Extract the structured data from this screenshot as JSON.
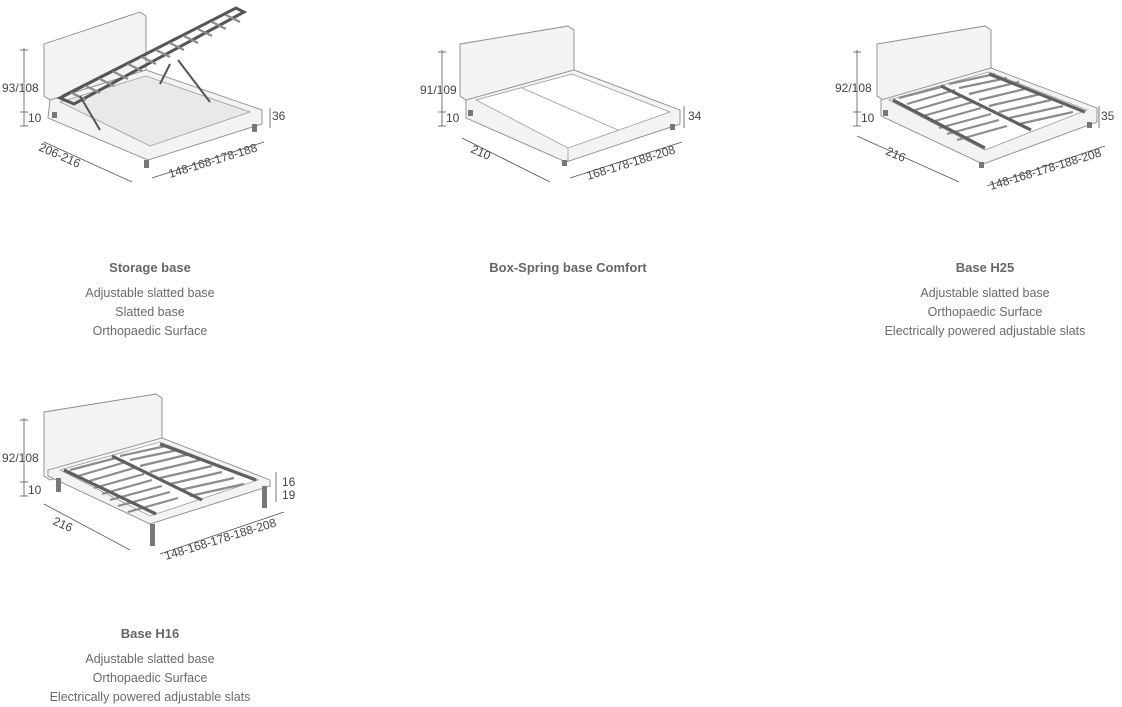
{
  "products": [
    {
      "title": "Storage base",
      "features": [
        "Adjustable slatted base",
        "Slatted base",
        "Orthopaedic Surface"
      ],
      "dimensions": {
        "height": "93/108",
        "foot": "10",
        "depth": "206-216",
        "width": "148-168-178-188",
        "side": "36"
      }
    },
    {
      "title": "Box-Spring base Comfort",
      "features": [],
      "dimensions": {
        "height": "91/109",
        "foot": "10",
        "depth": "210",
        "width": "168-178-188-208",
        "side": "34"
      }
    },
    {
      "title": "Base H25",
      "features": [
        "Adjustable slatted base",
        "Orthopaedic Surface",
        "Electrically powered adjustable slats"
      ],
      "dimensions": {
        "height": "92/108",
        "foot": "10",
        "depth": "216",
        "width": "148-168-178-188-208",
        "side": "35"
      }
    },
    {
      "title": "Base H16",
      "features": [
        "Adjustable slatted base",
        "Orthopaedic Surface",
        "Electrically powered adjustable slats"
      ],
      "dimensions": {
        "height": "92/108",
        "foot": "10",
        "depth": "216",
        "width": "148-168-178-188-208",
        "side_top": "16",
        "side_bottom": "19"
      }
    }
  ]
}
